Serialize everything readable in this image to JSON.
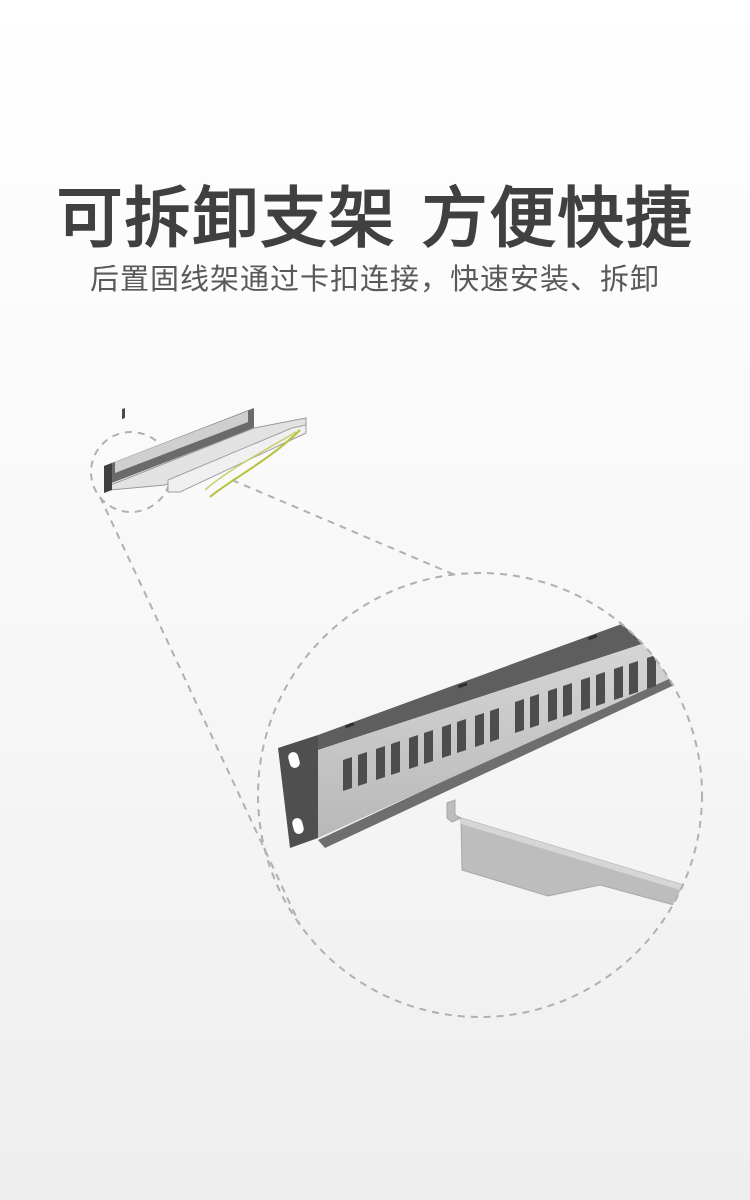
{
  "header": {
    "title": "可拆卸支架 方便快捷",
    "subtitle": "后置固线架通过卡扣连接，快速安装、拆卸"
  },
  "illustration": {
    "subject": "patch-panel-with-removable-rear-bracket",
    "colors": {
      "panel_dark": "#5b5b5b",
      "panel_light": "#c9c9c9",
      "bracket": "#bdbdbd",
      "ground_wire": "#b6c23a",
      "dashed_line": "#b0b0b0"
    }
  }
}
